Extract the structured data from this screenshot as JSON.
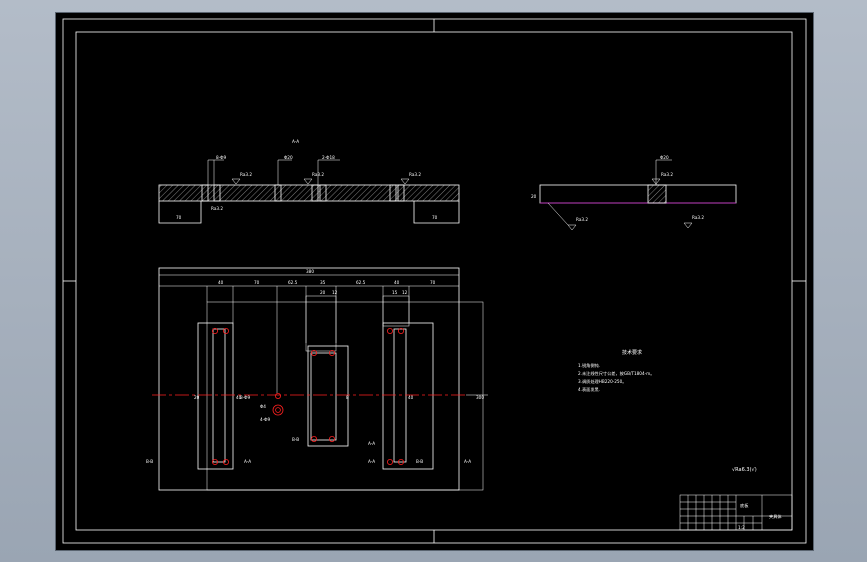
{
  "drawing": {
    "section_label": "A-A",
    "left_section": {
      "top_dims": [
        "8-Φ9",
        "Φ20",
        "2-Φ18"
      ],
      "roughness": [
        "Ra3.2",
        "Ra3.2",
        "Ra3.2",
        "Ra3.2"
      ],
      "bottom_dims": [
        "70",
        "70"
      ]
    },
    "right_section": {
      "top_dim": "Φ20",
      "roughness": [
        "Ra3.2",
        "Ra3.2",
        "Ra3.2"
      ],
      "side_dim": "20"
    },
    "plan_view": {
      "overall_dim": "380",
      "top_dims": [
        "40",
        "70",
        "62.5",
        "35",
        "62.5",
        "40",
        "70"
      ],
      "inner_dims": [
        "20",
        "12",
        "15",
        "12"
      ],
      "side_labels": [
        "20",
        "40",
        "8",
        "40",
        "300"
      ],
      "hole_label": "Φ4",
      "small_labels": [
        "B-B",
        "A-A",
        "B-B",
        "A-A",
        "8-Φ9",
        "4-Φ9",
        "A-A",
        "B-B",
        "A-A"
      ]
    },
    "tech_notes": {
      "heading": "技术要求",
      "lines": [
        "1.锐角倒钝.",
        "2.未注线性尺寸公差，按GB/T1804-m。",
        "3.调质处理HB220-250。",
        "4.表面发黑."
      ]
    },
    "roughness_symbol": "√Ra6.3(√)",
    "title_block": {
      "name_cell": "底板",
      "part_cell": "夹具体",
      "scale_cell": "1:2"
    }
  }
}
